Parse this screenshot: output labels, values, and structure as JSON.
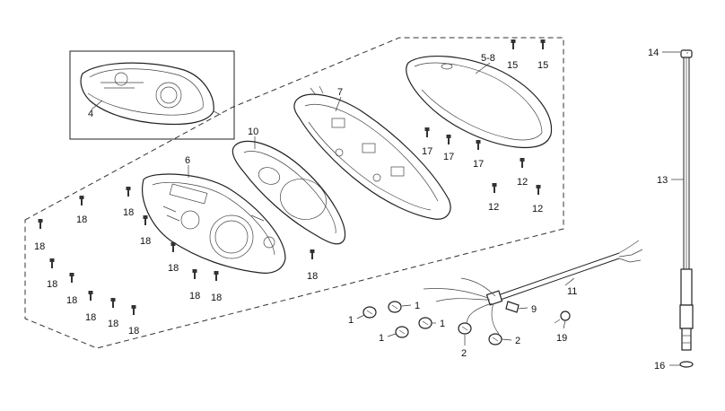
{
  "diagram": {
    "callouts": {
      "c1": "1",
      "c2": "2",
      "c4": "4",
      "c5_8": "5-8",
      "c6": "6",
      "c7": "7",
      "c9": "9",
      "c10": "10",
      "c11": "11",
      "c12": "12",
      "c13": "13",
      "c14": "14",
      "c15": "15",
      "c16": "16",
      "c17": "17",
      "c18": "18",
      "c19": "19"
    }
  }
}
